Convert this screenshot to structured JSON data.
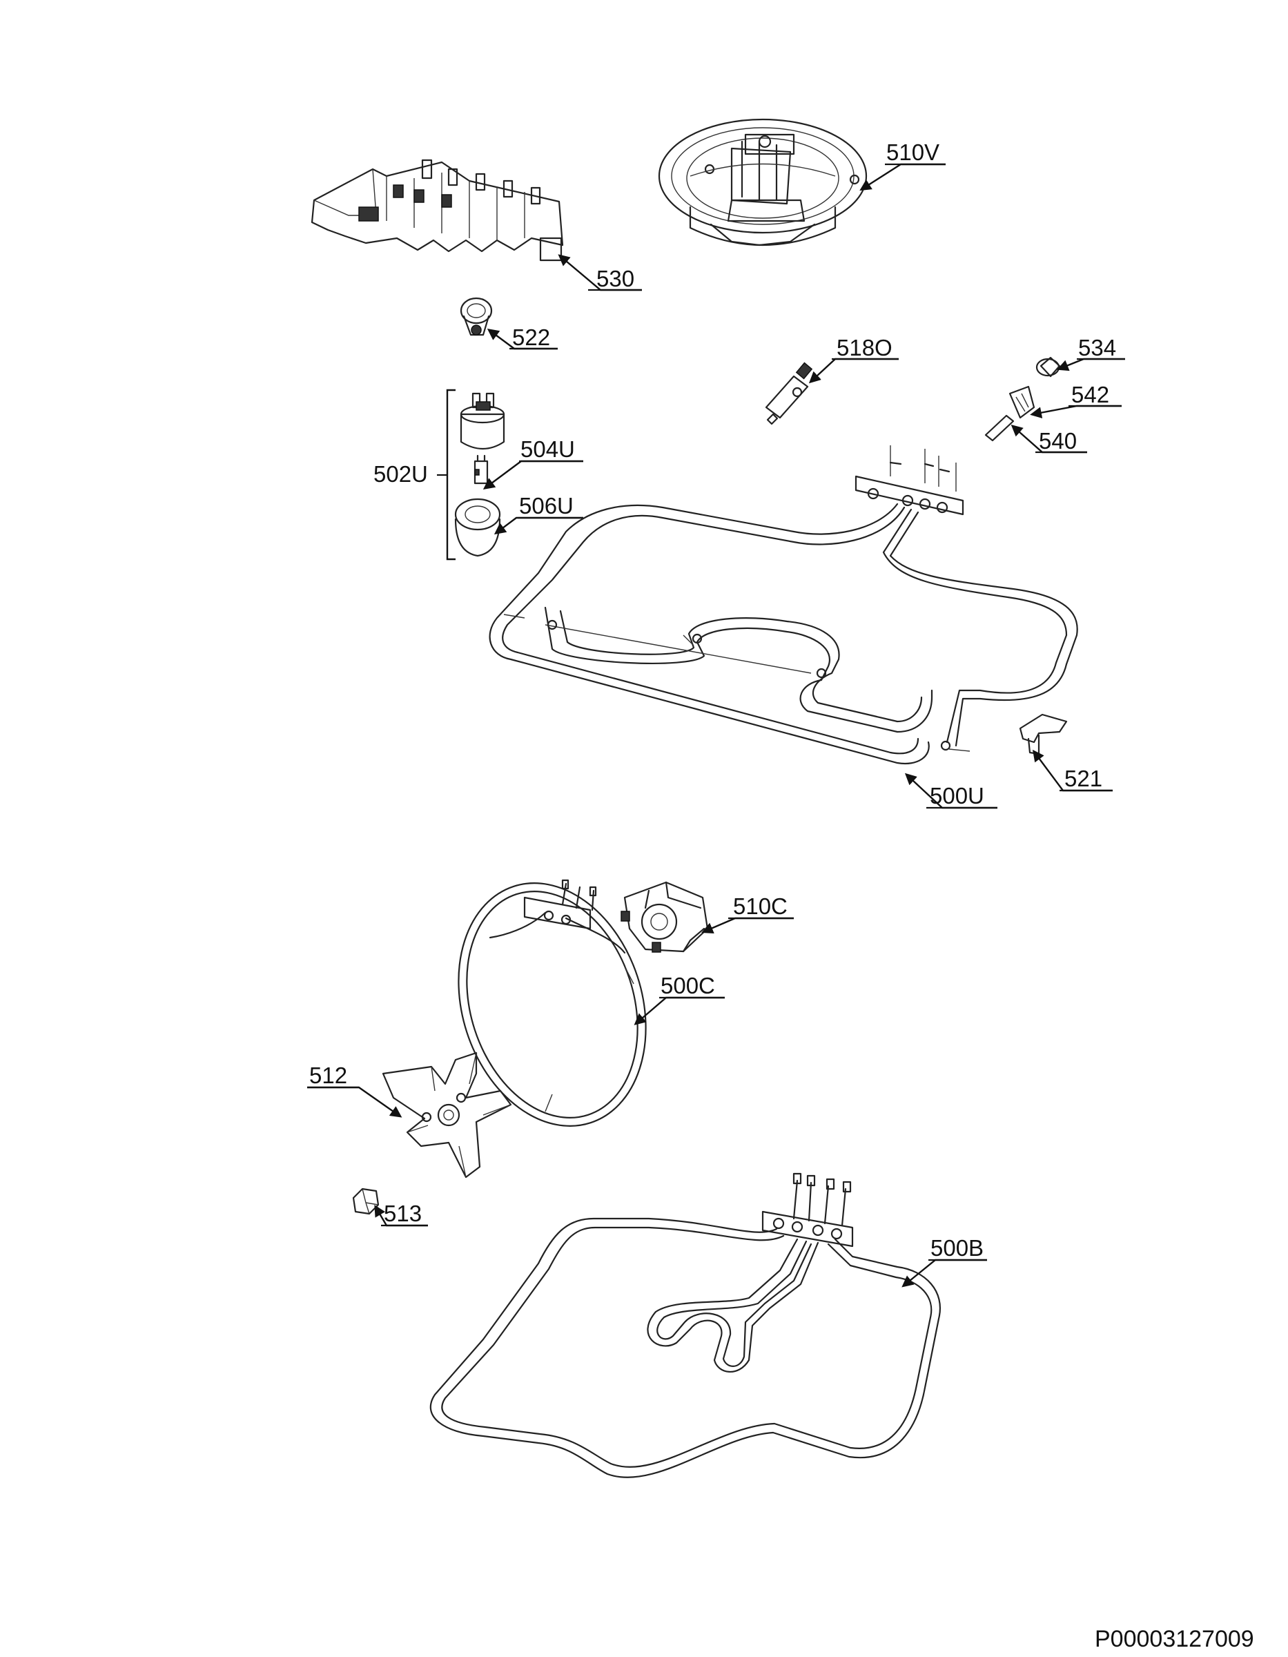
{
  "labels": {
    "p510V": "510V",
    "p530": "530",
    "p522": "522",
    "p518O": "518O",
    "p534": "534",
    "p542": "542",
    "p540": "540",
    "p502U": "502U",
    "p504U": "504U",
    "p506U": "506U",
    "p521": "521",
    "p500U": "500U",
    "p510C": "510C",
    "p500C": "500C",
    "p512": "512",
    "p513": "513",
    "p500B": "500B"
  },
  "document_id": "P00003127009"
}
